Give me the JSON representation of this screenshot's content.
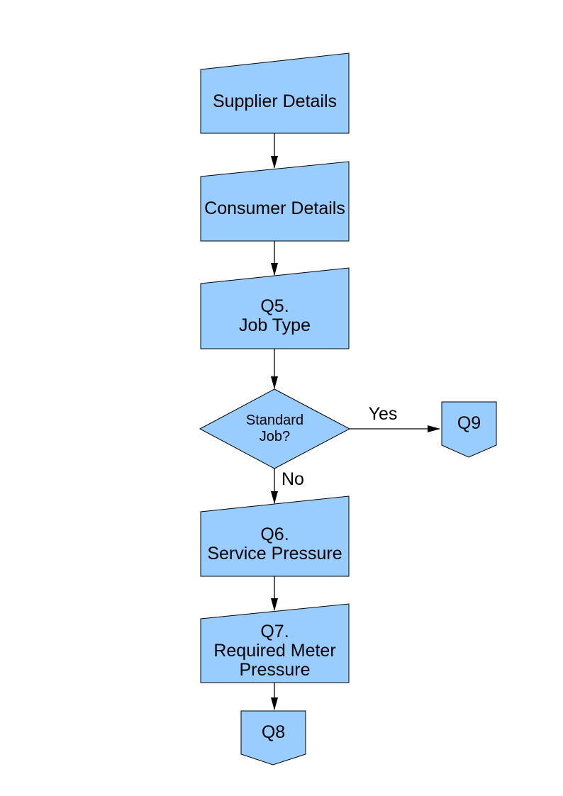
{
  "page": {
    "background": "#FFFFFF"
  },
  "diagram": {
    "type": "flowchart",
    "colors": {
      "node_fill": "#99CCFF",
      "node_stroke": "#000000",
      "text": "#000000",
      "connector": "#000000"
    },
    "nodes": {
      "supplier_details": {
        "shape": "card",
        "label": "Supplier Details"
      },
      "consumer_details": {
        "shape": "card",
        "label": "Consumer Details"
      },
      "q5_job_type": {
        "shape": "card",
        "label": "Q5.\nJob Type"
      },
      "standard_job": {
        "shape": "decision-diamond",
        "label": "Standard\nJob?"
      },
      "q9": {
        "shape": "offpage-connector",
        "label": "Q9"
      },
      "q6_service_pressure": {
        "shape": "card",
        "label": "Q6.\nService Pressure"
      },
      "q7_required_meter_pressure": {
        "shape": "card",
        "label": "Q7.\nRequired Meter\nPressure"
      },
      "q8": {
        "shape": "offpage-connector",
        "label": "Q8"
      }
    },
    "edges": [
      {
        "from": "supplier_details",
        "to": "consumer_details",
        "label": ""
      },
      {
        "from": "consumer_details",
        "to": "q5_job_type",
        "label": ""
      },
      {
        "from": "q5_job_type",
        "to": "standard_job",
        "label": ""
      },
      {
        "from": "standard_job",
        "to": "q9",
        "label": "Yes"
      },
      {
        "from": "standard_job",
        "to": "q6_service_pressure",
        "label": "No"
      },
      {
        "from": "q6_service_pressure",
        "to": "q7_required_meter_pressure",
        "label": ""
      },
      {
        "from": "q7_required_meter_pressure",
        "to": "q8",
        "label": ""
      }
    ]
  }
}
